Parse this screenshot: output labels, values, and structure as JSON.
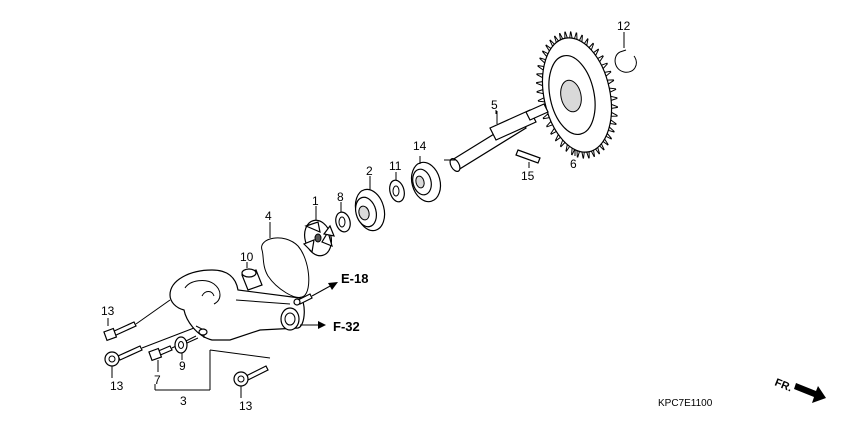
{
  "callouts": {
    "c1": "1",
    "c2": "2",
    "c3": "3",
    "c4": "4",
    "c5": "5",
    "c6": "6",
    "c7": "7",
    "c8": "8",
    "c9": "9",
    "c10": "10",
    "c11": "11",
    "c12": "12",
    "c13a": "13",
    "c13b": "13",
    "c13c": "13",
    "c14": "14",
    "c15": "15"
  },
  "references": {
    "e18": "E-18",
    "f32": "F-32"
  },
  "footer": {
    "code": "KPC7E1100",
    "direction": "FR."
  }
}
